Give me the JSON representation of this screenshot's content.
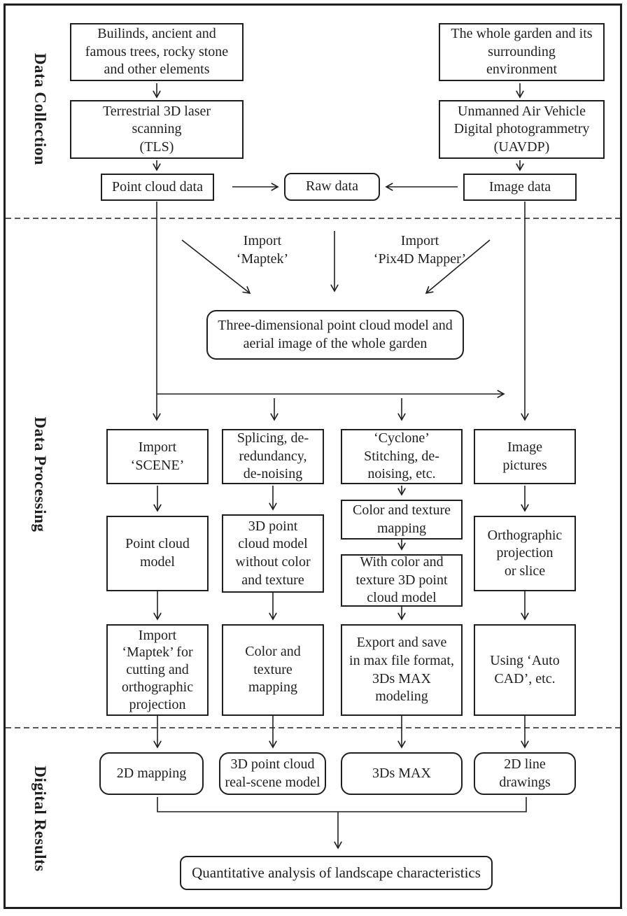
{
  "diagram": {
    "colors": {
      "ink": "#1f1f1f",
      "background": "#ffffff"
    },
    "sections": {
      "collection": "Data Collection",
      "processing": "Data Processing",
      "results": "Digital Results"
    },
    "collection": {
      "elements": "Builinds, ancient and\nfamous trees, rocky stone\nand other elements",
      "tls": "Terrestrial 3D laser\nscanning\n(TLS)",
      "point_cloud_data": "Point cloud data",
      "raw_data": "Raw data",
      "garden": "The whole garden and its\nsurrounding\nenvironment",
      "uavdp": "Unmanned Air Vehicle\nDigital photogrammetry\n(UAVDP)",
      "image_data": "Image data"
    },
    "processing": {
      "import_maptek": "Import\n‘Maptek’",
      "import_pix4d": "Import\n‘Pix4D Mapper’",
      "merged": "Three-dimensional point cloud model and\naerial image of the whole garden",
      "col1_row1": "Import\n‘SCENE’",
      "col2_row1": "Splicing, de-\nredundancy,\nde-noising",
      "col3_row1": "‘Cyclone’\nStitching, de-\nnoising, etc.",
      "col4_row1": "Image\npictures",
      "col1_row2": "Point cloud\nmodel",
      "col2_row2": "3D point\ncloud model\nwithout color\nand texture",
      "col3_row2a": "Color and texture\nmapping",
      "col3_row2b": "With color and\ntexture 3D point\ncloud model",
      "col4_row2": "Orthographic\nprojection\nor slice",
      "col1_row3": "Import\n‘Maptek’ for\ncutting and\northographic\nprojection",
      "col2_row3": "Color and\ntexture\nmapping",
      "col3_row3": "Export and save\nin max file format,\n3Ds MAX\nmodeling",
      "col4_row3": "Using ‘Auto\nCAD’, etc."
    },
    "results": {
      "r1": "2D mapping",
      "r2": "3D point cloud\nreal-scene model",
      "r3": "3Ds MAX",
      "r4": "2D line\ndrawings",
      "final": "Quantitative analysis of landscape characteristics"
    }
  }
}
